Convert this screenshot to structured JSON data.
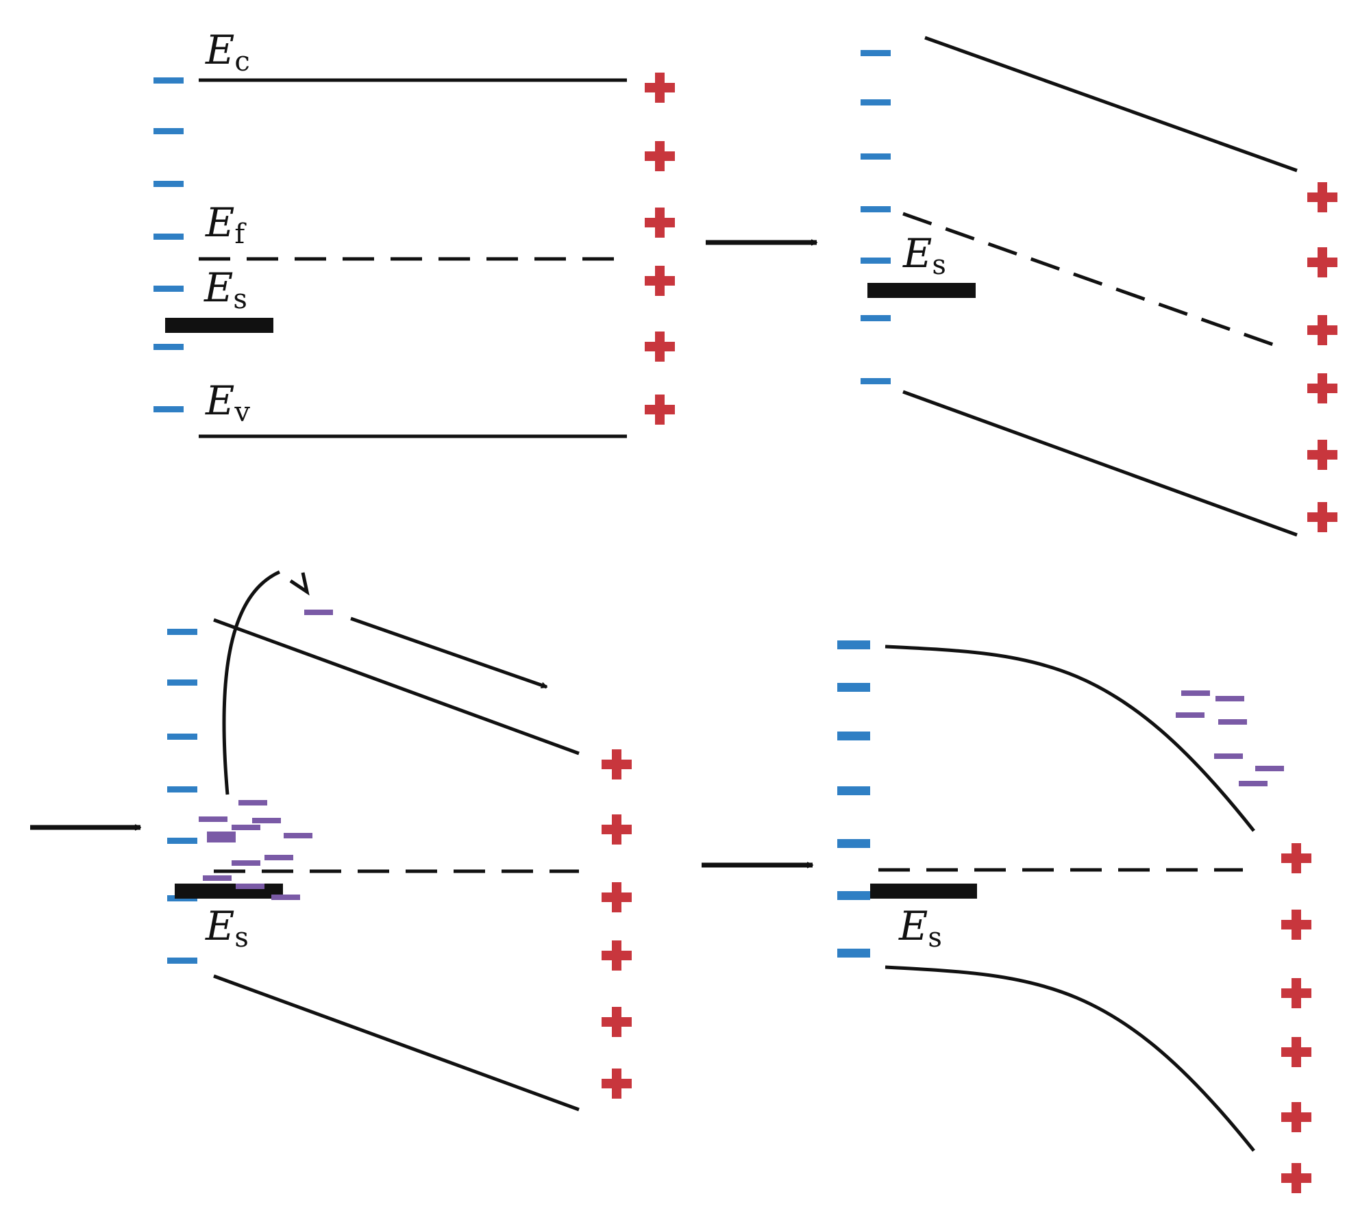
{
  "labels": {
    "ec": {
      "main": "E",
      "sub": "c"
    },
    "ef": {
      "main": "E",
      "sub": "f"
    },
    "es": {
      "main": "E",
      "sub": "s"
    },
    "ev": {
      "main": "E",
      "sub": "v"
    }
  },
  "colors": {
    "negative_charge": "#2f7fc4",
    "positive_charge": "#c8363d",
    "excited_electron": "#7a5aa6",
    "band_line": "#111111"
  },
  "charges": {
    "negative_symbol": "−",
    "positive_symbol": "+"
  }
}
